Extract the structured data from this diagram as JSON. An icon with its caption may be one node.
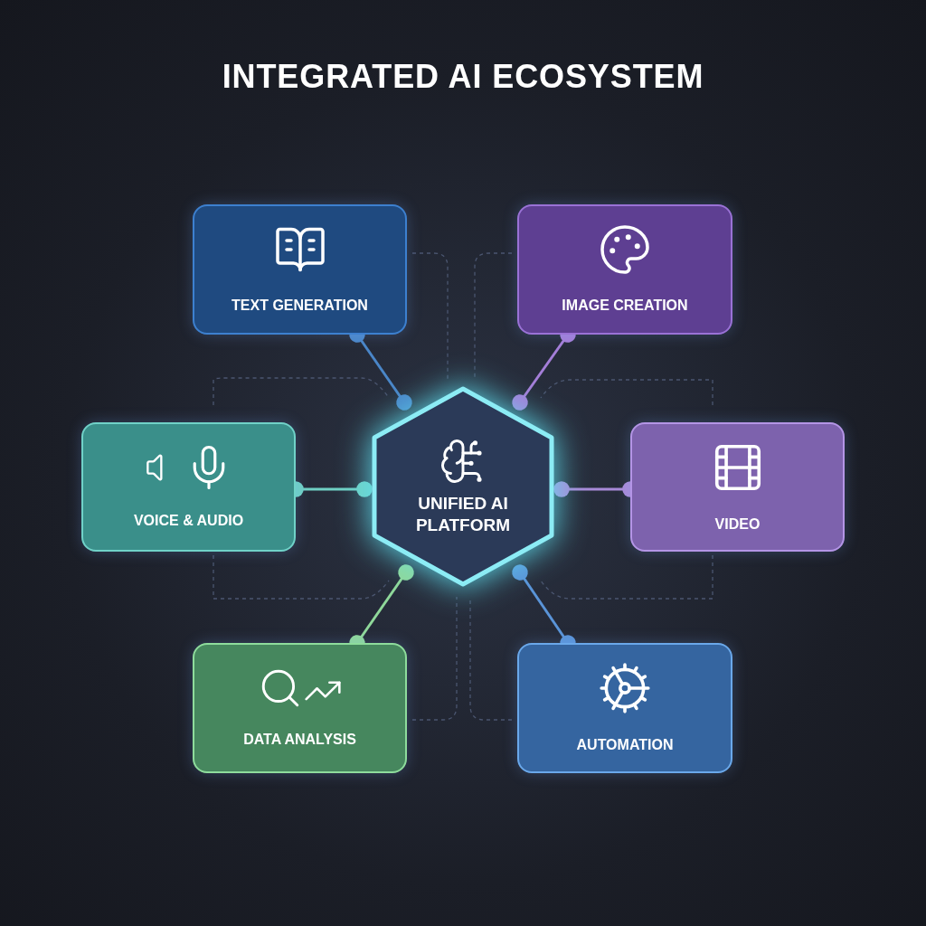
{
  "diagram": {
    "title": "INTEGRATED AI ECOSYSTEM",
    "nodes": [
      {
        "text": [
          "UNIFIED AI PLATFORM"
        ]
      },
      {
        "text": [
          "TEXT GENERATION"
        ]
      },
      {
        "text": [
          "IMAGE CREATION"
        ]
      },
      {
        "text": [
          "VOICE & AUDIO"
        ]
      },
      {
        "text": [
          "VIDEO"
        ]
      },
      {
        "text": [
          "DATA ANALYSIS"
        ]
      },
      {
        "text": [
          "AUTOMATION"
        ]
      }
    ],
    "edges": [
      {
        "from": 0,
        "to": 1,
        "arrow": "other",
        "color": "#4a86c8"
      },
      {
        "from": 0,
        "to": 2,
        "arrow": "other",
        "color": "#a47ed8"
      },
      {
        "from": 0,
        "to": 3,
        "arrow": "other",
        "color": "#6fd0c4"
      },
      {
        "from": 0,
        "to": 4,
        "arrow": "other",
        "color": "#a88ad8"
      },
      {
        "from": 0,
        "to": 5,
        "arrow": "other",
        "color": "#8fd89a"
      },
      {
        "from": 0,
        "to": 6,
        "arrow": "other",
        "color": "#5a94d8"
      }
    ]
  }
}
